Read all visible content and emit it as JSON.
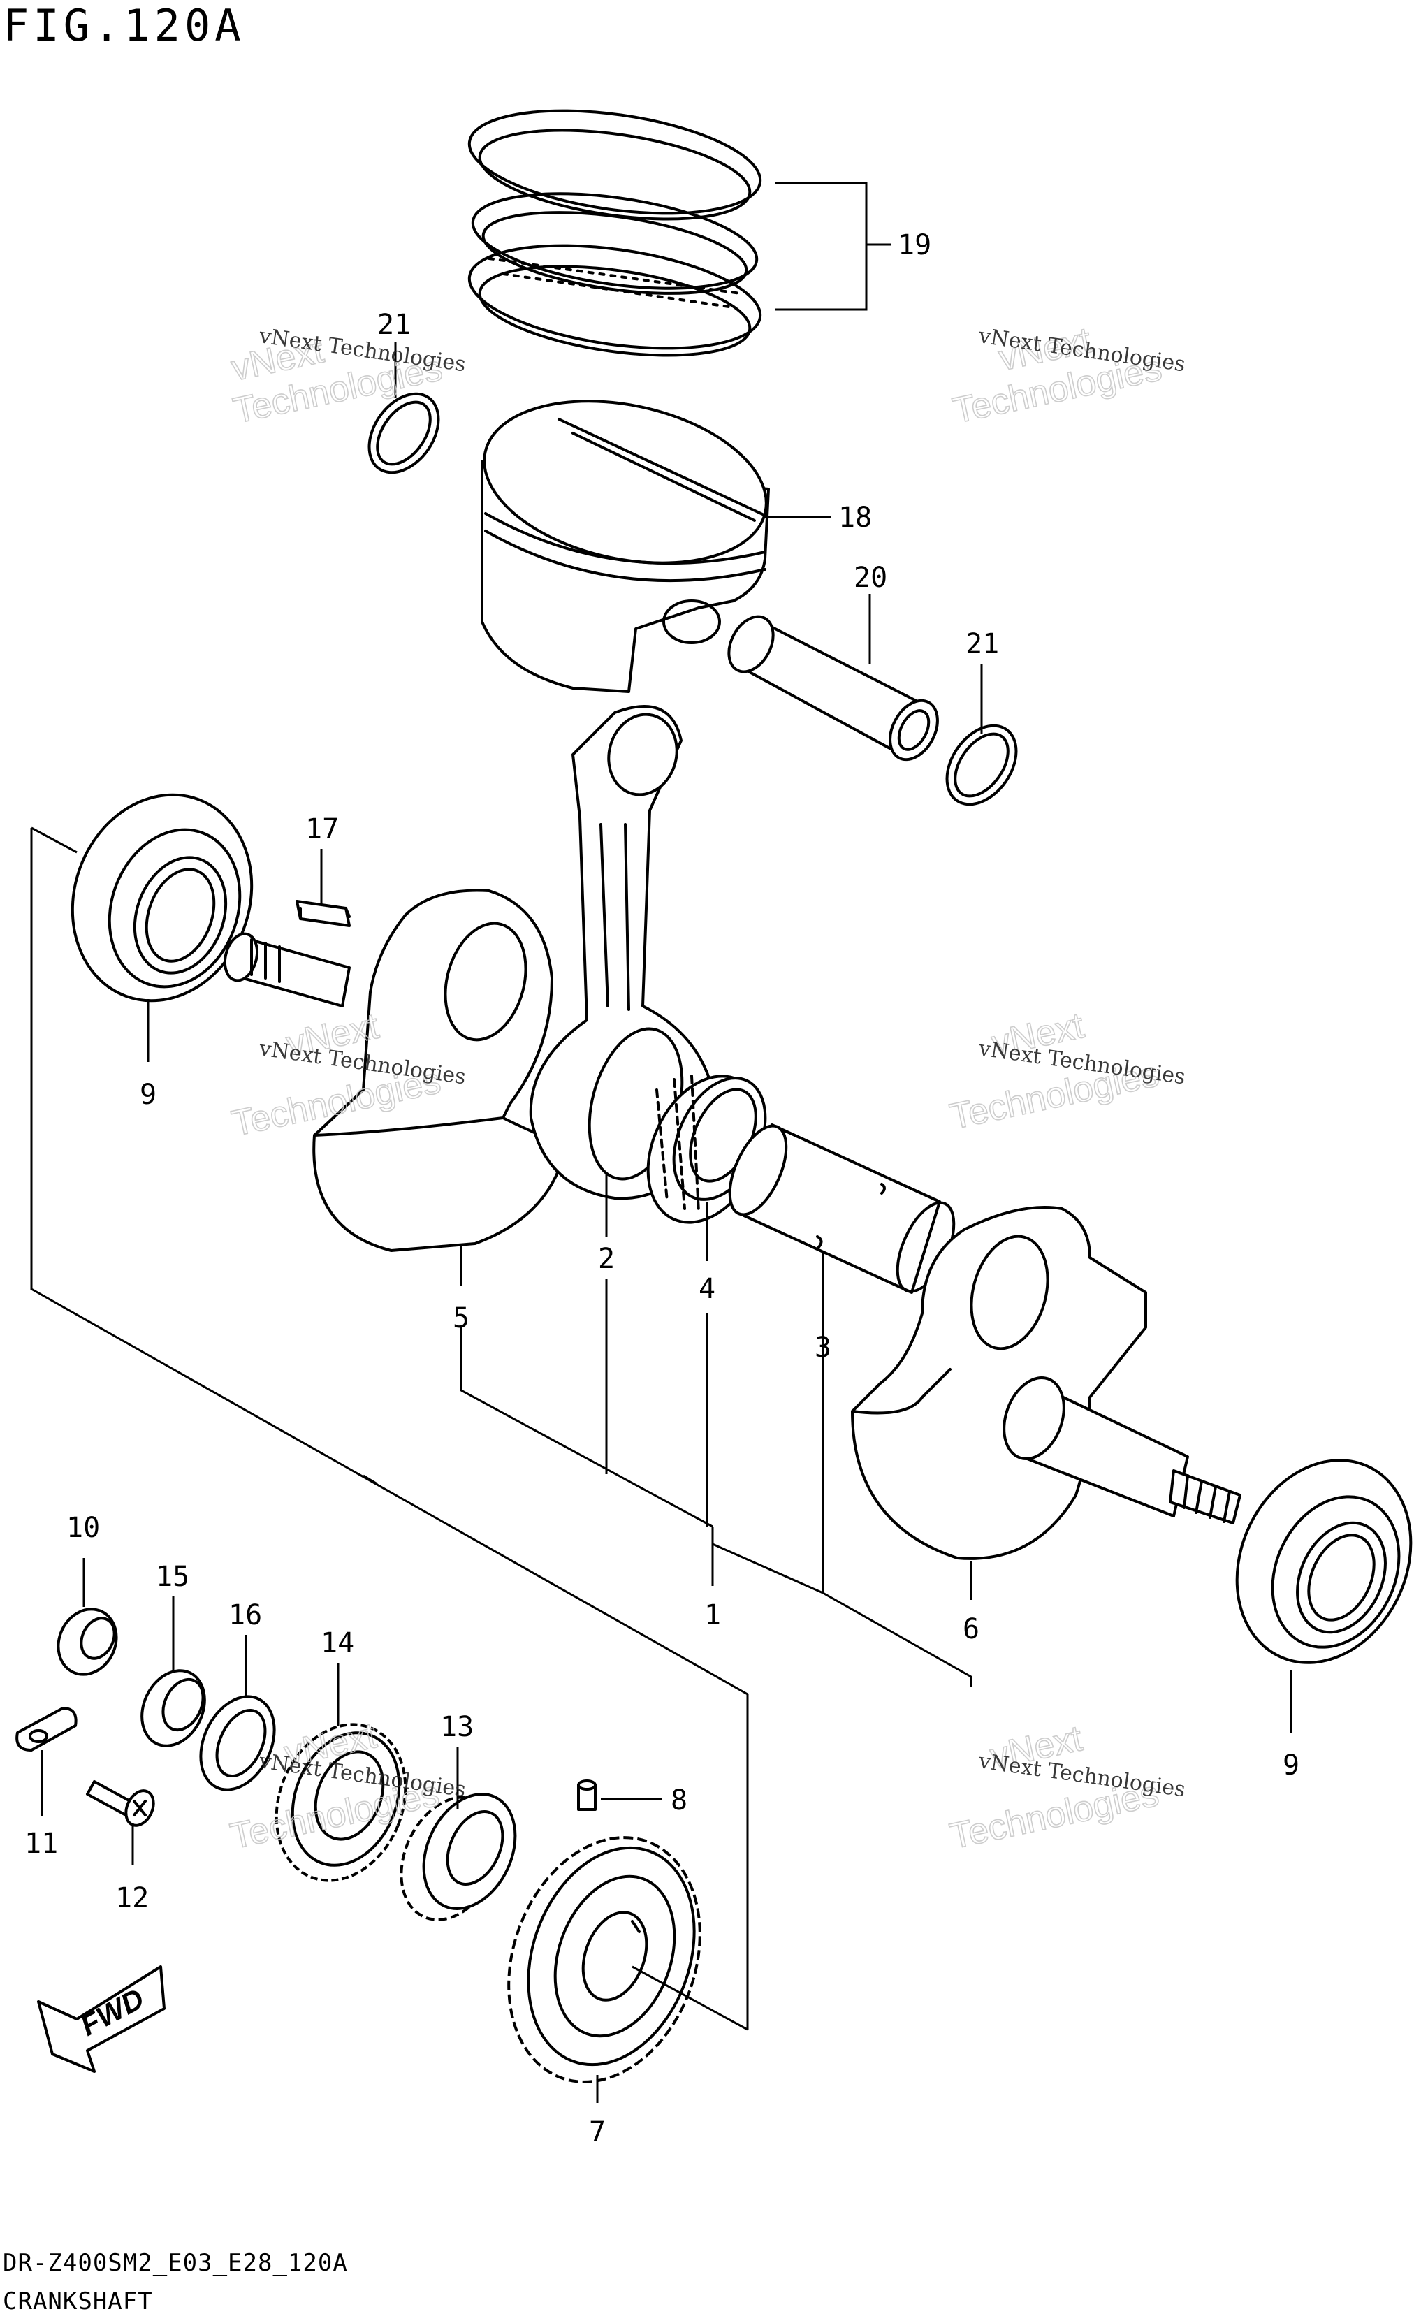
{
  "header": {
    "figure_title": "FIG.120A"
  },
  "footer": {
    "model_code": "DR-Z400SM2_E03_E28_120A",
    "section_name": "CRANKSHAFT"
  },
  "callouts": {
    "c1": "1",
    "c2": "2",
    "c3": "3",
    "c4": "4",
    "c5": "5",
    "c6": "6",
    "c7": "7",
    "c8": "8",
    "c9a": "9",
    "c9b": "9",
    "c10": "10",
    "c11": "11",
    "c12": "12",
    "c13": "13",
    "c14": "14",
    "c15": "15",
    "c16": "16",
    "c17": "17",
    "c18": "18",
    "c19": "19",
    "c20": "20",
    "c21a": "21",
    "c21b": "21"
  },
  "watermark": {
    "brand_small": "vNext Technologies",
    "brand_large_1": "vNext",
    "brand_large_2": "Technologies"
  },
  "fwd_badge": {
    "label": "FWD"
  },
  "colors": {
    "ink": "#000000",
    "paper": "#ffffff",
    "watermark": "#c8c8c8"
  },
  "icons": {
    "fwd_arrow": "arrow-lower-left-icon"
  }
}
